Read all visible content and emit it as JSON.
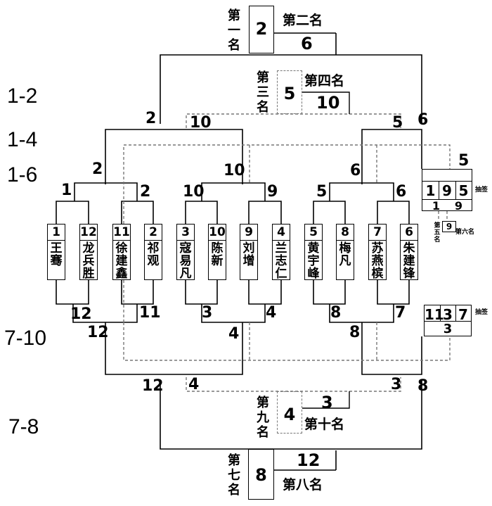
{
  "round_labels": [
    "1-2",
    "1-4",
    "1-6",
    "7-10",
    "7-8"
  ],
  "final_top": {
    "place1_label": "第一名",
    "place1_value": "2",
    "place2_label": "第二名",
    "place2_value": "6"
  },
  "final_mid": {
    "place3_label": "第三名",
    "place3_value": "5",
    "place4_label": "第四名",
    "place4_value": "10"
  },
  "final_bottom_mid": {
    "place9_label": "第九名",
    "place9_value": "4",
    "place10_label": "第十名",
    "place10_value": "3"
  },
  "final_bottom": {
    "place7_label": "第七名",
    "place7_value": "8",
    "place8_label": "第八名",
    "place8_value": "12"
  },
  "players": [
    {
      "seed": "1",
      "name": "王骞"
    },
    {
      "seed": "12",
      "name": "龙兵胜"
    },
    {
      "seed": "11",
      "name": "徐建鑫"
    },
    {
      "seed": "2",
      "name": "祁观"
    },
    {
      "seed": "3",
      "name": "寇易凡"
    },
    {
      "seed": "10",
      "name": "陈新"
    },
    {
      "seed": "9",
      "name": "刘增"
    },
    {
      "seed": "4",
      "name": "兰志仁"
    },
    {
      "seed": "5",
      "name": "黄宇峰"
    },
    {
      "seed": "8",
      "name": "梅凡"
    },
    {
      "seed": "7",
      "name": "苏燕槟"
    },
    {
      "seed": "6",
      "name": "朱建锋"
    }
  ],
  "upper": {
    "r1_winners": [
      "1",
      "2",
      "10",
      "9",
      "5",
      "6"
    ],
    "r2_winners": [
      "2",
      "10",
      "6"
    ],
    "semi_winners": [
      "2",
      "6"
    ],
    "third_bracket_left": "10",
    "third_bracket_right": "5",
    "right_corner": "5"
  },
  "lower": {
    "r1_losers": [
      "12",
      "11",
      "3",
      "4",
      "8",
      "7"
    ],
    "r2_losers": [
      "12",
      "4",
      "8"
    ],
    "final_left": "12",
    "final_right": "8",
    "ninth_bracket_left": "4",
    "ninth_bracket_right": "3"
  },
  "draw_top": {
    "label": "抽签",
    "cells": [
      "1",
      "9",
      "5"
    ],
    "sub_cells": [
      "1",
      "9"
    ],
    "sub2": "9",
    "place5_label": "第五名",
    "place6_label": "第六名"
  },
  "draw_bottom": {
    "label": "抽签",
    "cells": [
      "11",
      "3",
      "7"
    ],
    "sub_cell": "3"
  }
}
